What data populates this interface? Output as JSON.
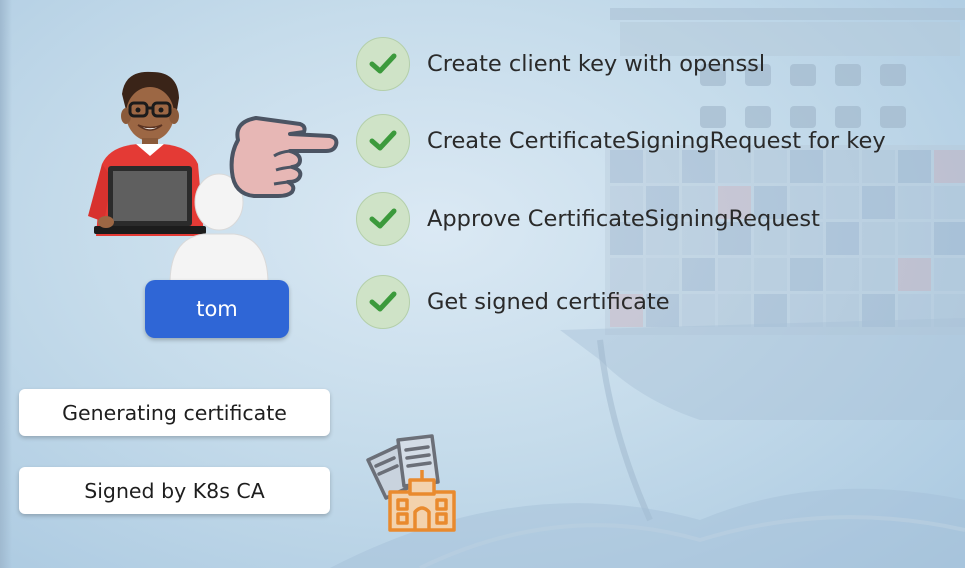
{
  "user": {
    "name": "tom"
  },
  "steps": [
    {
      "label": "Create client key with openssl",
      "done": true
    },
    {
      "label": "Create CertificateSigningRequest for key",
      "done": true
    },
    {
      "label": "Approve CertificateSigningRequest",
      "done": true
    },
    {
      "label": "Get signed certificate",
      "done": true
    }
  ],
  "status": {
    "generating": "Generating certificate",
    "signed_by": "Signed by K8s CA"
  },
  "icons": {
    "person": "developer-with-laptop-icon",
    "pointer": "pointing-hand-icon",
    "user": "user-silhouette-icon",
    "check": "checkmark-icon",
    "documents": "documents-with-building-icon"
  },
  "colors": {
    "badge_blue": "#2f66d6",
    "check_green": "#3c9a3c",
    "check_bg": "#cfe3c7",
    "building_orange": "#e98a2e"
  }
}
